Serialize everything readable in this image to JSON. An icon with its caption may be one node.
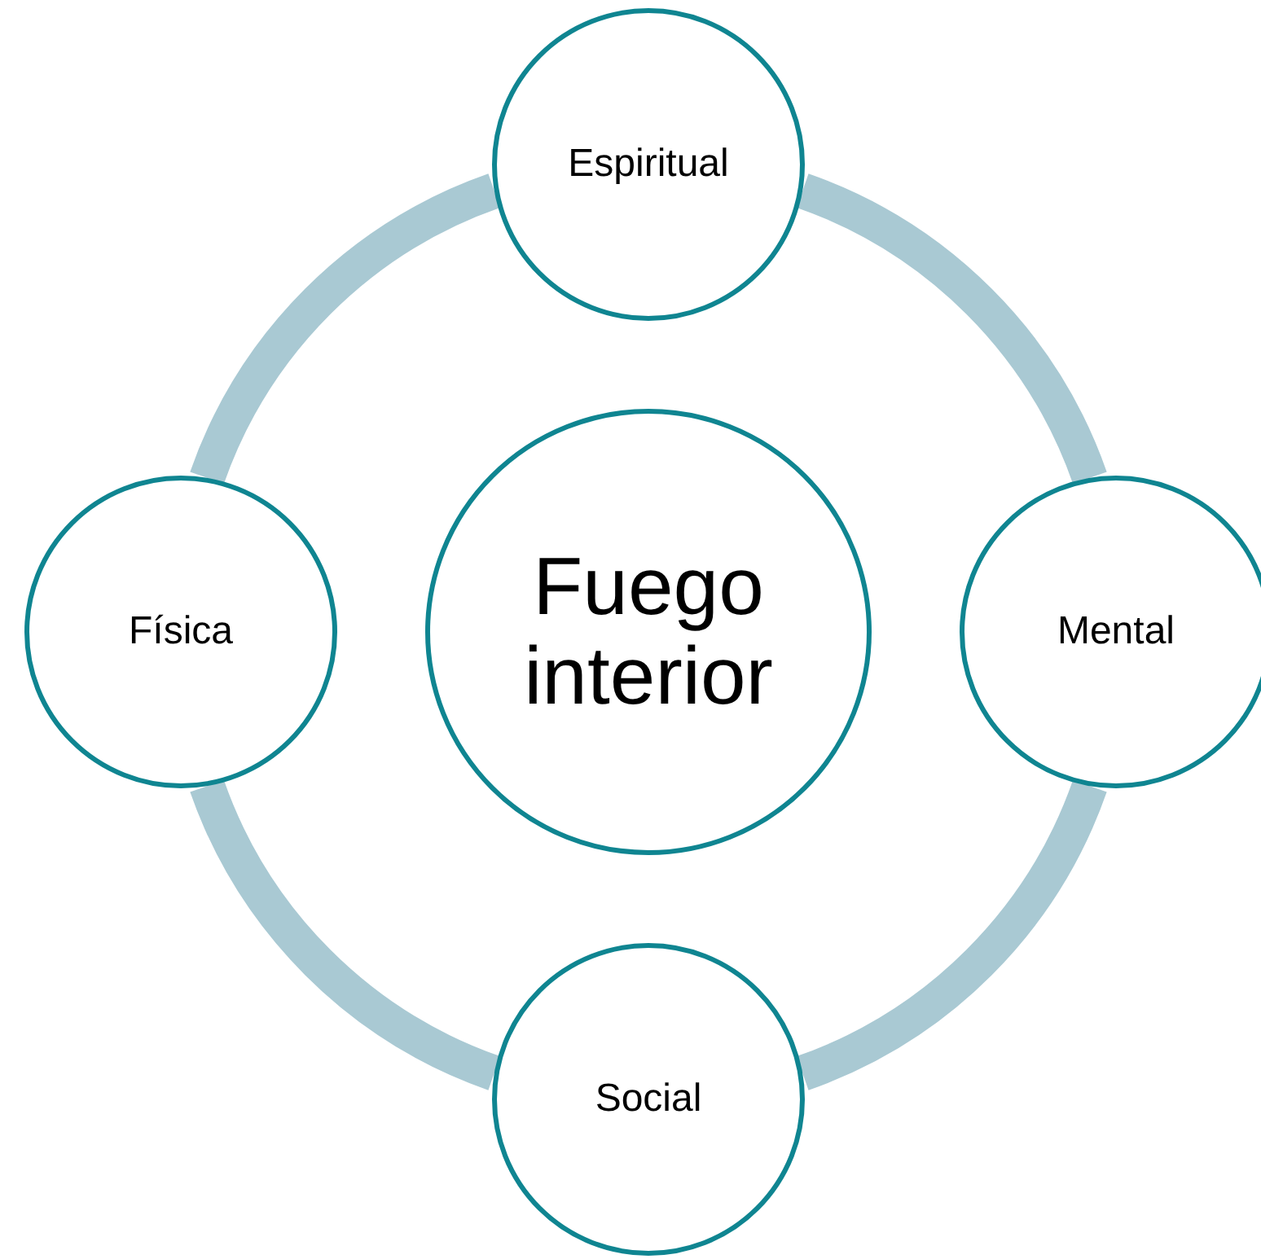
{
  "diagram": {
    "nodes": [
      {
        "text": [
          "Fuego interior"
        ]
      },
      {
        "text": [
          "Espiritual"
        ]
      },
      {
        "text": [
          "Mental"
        ]
      },
      {
        "text": [
          "Social"
        ]
      },
      {
        "text": [
          "Física"
        ]
      }
    ],
    "edges": [
      {
        "from": 1,
        "to": 2,
        "arrow": "none"
      },
      {
        "from": 2,
        "to": 3,
        "arrow": "none"
      },
      {
        "from": 3,
        "to": 4,
        "arrow": "none"
      },
      {
        "from": 4,
        "to": 1,
        "arrow": "none"
      }
    ]
  }
}
